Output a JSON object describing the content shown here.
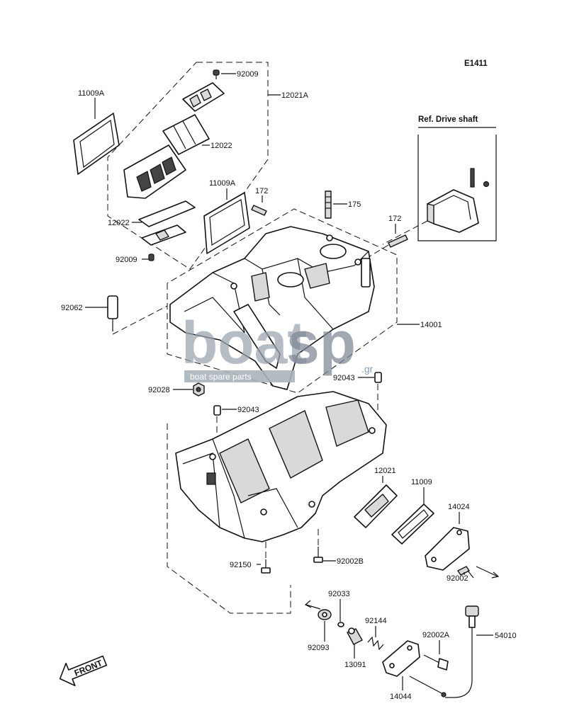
{
  "diagram_code": "E1411",
  "ref_note": "Ref. Drive shaft",
  "front_label": "FRONT",
  "watermark": {
    "text_main": "boat",
    "text_accent": "sp",
    "text_suffix": ".gr",
    "subtext": "boat spare parts"
  },
  "labels": {
    "p92009_top": "92009",
    "p12021A": "12021A",
    "p11009A_left": "11009A",
    "p12022_right": "12022",
    "p11009A_mid": "11009A",
    "p172_left": "172",
    "p175": "175",
    "p172_right": "172",
    "p12022_left": "12022",
    "p92009_bottom": "92009",
    "p92062": "92062",
    "p14001": "14001",
    "p92043_upper": "92043",
    "p92028": "92028",
    "p92043_lower": "92043",
    "p12021": "12021",
    "p11009": "11009",
    "p14024": "14024",
    "p92002B": "92002B",
    "p92150": "92150",
    "p92002": "92002",
    "p92033": "92033",
    "p92144": "92144",
    "p92002A": "92002A",
    "p54010": "54010",
    "p92093": "92093",
    "p13091": "13091",
    "p14044": "14044"
  }
}
